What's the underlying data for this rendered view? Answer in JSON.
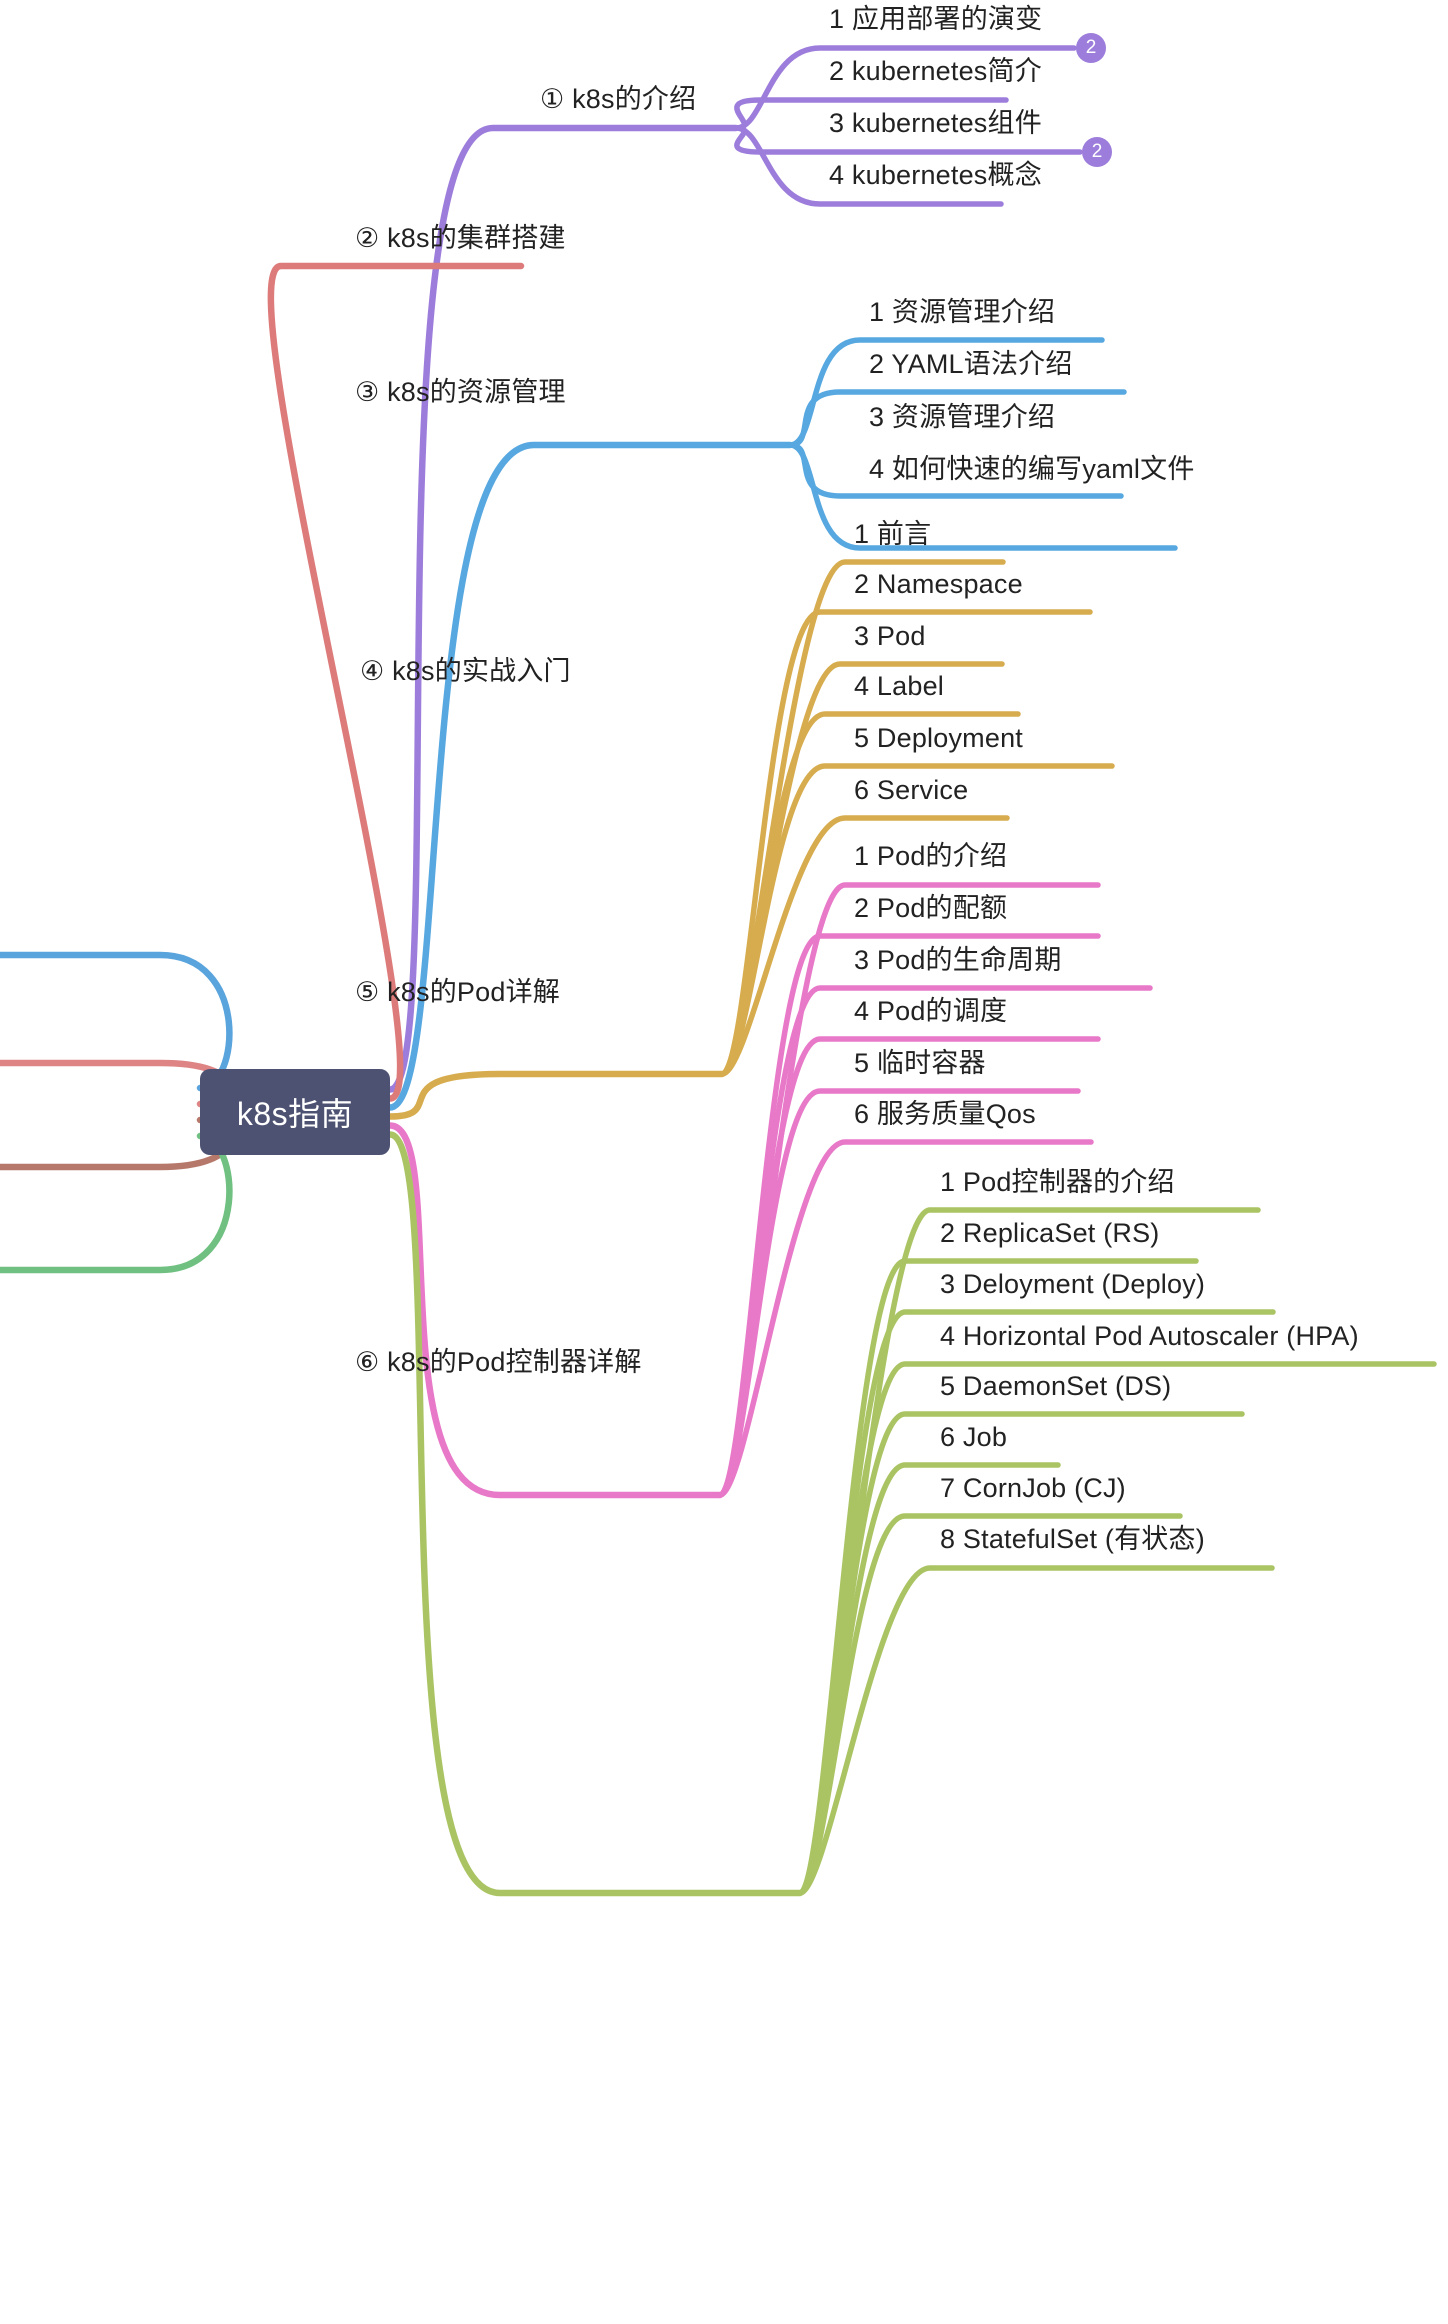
{
  "title": "k8s指南 思维导图",
  "colors": {
    "center_node_bg": "#4e5272",
    "center_node_text": "#ffffff",
    "text": "#222222",
    "purple": "#9d7ddb",
    "salmon": "#dd7b7b",
    "blue": "#57a8e0",
    "gold": "#d7ac4e",
    "pink": "#e878c8",
    "green": "#aac464",
    "brown": "#b5786a",
    "left_blue": "#5aa4dd",
    "left_salmon": "#de8484",
    "left_brown": "#b5786a",
    "left_green": "#6fc081",
    "background": "#ffffff"
  },
  "center": {
    "label": "k8s指南"
  },
  "branches": [
    {
      "id": "branch-1",
      "label": "① k8s的介绍",
      "color": "#9d7ddb",
      "children": [
        {
          "label": "1 应用部署的演变",
          "badge": "2"
        },
        {
          "label": "2 kubernetes简介",
          "badge": null
        },
        {
          "label": "3 kubernetes组件",
          "badge": "2"
        },
        {
          "label": "4 kubernetes概念",
          "badge": null
        }
      ]
    },
    {
      "id": "branch-2",
      "label": "② k8s的集群搭建",
      "color": "#dd7b7b",
      "children": []
    },
    {
      "id": "branch-3",
      "label": "③ k8s的资源管理",
      "color": "#57a8e0",
      "children": [
        {
          "label": "1 资源管理介绍",
          "badge": null
        },
        {
          "label": "2 YAML语法介绍",
          "badge": null
        },
        {
          "label": "3 资源管理介绍",
          "badge": null
        },
        {
          "label": "4 如何快速的编写yaml文件",
          "badge": null
        }
      ]
    },
    {
      "id": "branch-4",
      "label": "④ k8s的实战入门",
      "color": "#d7ac4e",
      "children": [
        {
          "label": "1 前言",
          "badge": null
        },
        {
          "label": "2 Namespace",
          "badge": null
        },
        {
          "label": "3 Pod",
          "badge": null
        },
        {
          "label": "4 Label",
          "badge": null
        },
        {
          "label": "5 Deployment",
          "badge": null
        },
        {
          "label": "6 Service",
          "badge": null
        }
      ]
    },
    {
      "id": "branch-5",
      "label": "⑤ k8s的Pod详解",
      "color": "#e878c8",
      "children": [
        {
          "label": "1 Pod的介绍",
          "badge": null
        },
        {
          "label": "2 Pod的配额",
          "badge": null
        },
        {
          "label": "3 Pod的生命周期",
          "badge": null
        },
        {
          "label": "4 Pod的调度",
          "badge": null
        },
        {
          "label": "5 临时容器",
          "badge": null
        },
        {
          "label": "6 服务质量Qos",
          "badge": null
        }
      ]
    },
    {
      "id": "branch-6",
      "label": "⑥ k8s的Pod控制器详解",
      "color": "#aac464",
      "children": [
        {
          "label": "1 Pod控制器的介绍",
          "badge": null
        },
        {
          "label": "2 ReplicaSet (RS)",
          "badge": null
        },
        {
          "label": "3 Deloyment (Deploy)",
          "badge": null
        },
        {
          "label": "4 Horizontal Pod Autoscaler (HPA)",
          "badge": null
        },
        {
          "label": "5 DaemonSet (DS)",
          "badge": null
        },
        {
          "label": "6 Job",
          "badge": null
        },
        {
          "label": "7 CornJob (CJ)",
          "badge": null
        },
        {
          "label": "8 StatefulSet (有状态)",
          "badge": null
        }
      ]
    }
  ],
  "left_stubs": [
    {
      "id": "left-stub-1",
      "color": "#5aa4dd"
    },
    {
      "id": "left-stub-2",
      "color": "#de8484"
    },
    {
      "id": "left-stub-3",
      "color": "#b5786a"
    },
    {
      "id": "left-stub-4",
      "color": "#6fc081"
    }
  ]
}
